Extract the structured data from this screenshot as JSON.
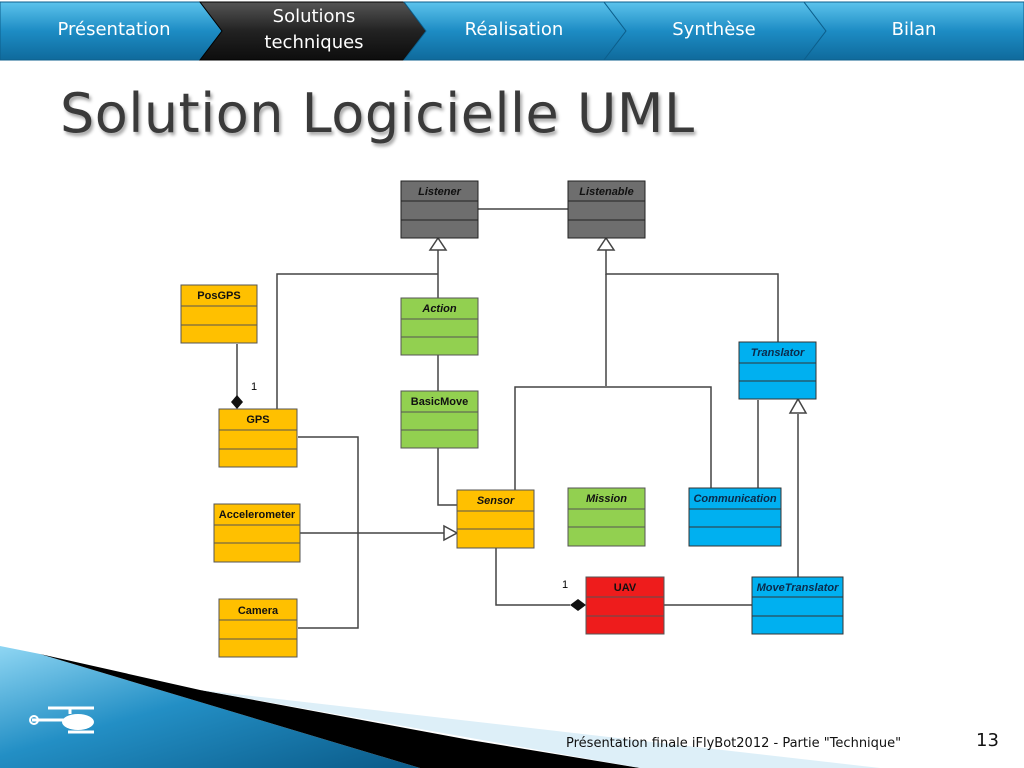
{
  "nav": {
    "tabs": [
      {
        "label": "Présentation",
        "active": false
      },
      {
        "label": "Solutions techniques",
        "active": true
      },
      {
        "label": "Réalisation",
        "active": false
      },
      {
        "label": "Synthèse",
        "active": false
      },
      {
        "label": "Bilan",
        "active": false
      }
    ]
  },
  "slide": {
    "title": "Solution Logicielle UML",
    "footer": "Présentation finale iFlyBot2012 - Partie \"Technique\"",
    "page_number": "13"
  },
  "colors": {
    "nav_tab": "#1f8fc6",
    "nav_active": "#1b1b1b",
    "interface_gray": "#6e6e6e",
    "class_yellow": "#ffc000",
    "class_green": "#92d050",
    "class_blue": "#00b0f0",
    "class_red": "#ee1c1c"
  },
  "diagram": {
    "classes": {
      "listener": {
        "name": "Listener",
        "italic": true
      },
      "listenable": {
        "name": "Listenable",
        "italic": true
      },
      "posgps": {
        "name": "PosGPS",
        "italic": false
      },
      "action": {
        "name": "Action",
        "italic": true
      },
      "translator": {
        "name": "Translator",
        "italic": true
      },
      "basicmove": {
        "name": "BasicMove",
        "italic": false
      },
      "gps": {
        "name": "GPS",
        "italic": false
      },
      "accelerometer": {
        "name": "Accelerometer",
        "italic": false
      },
      "sensor": {
        "name": "Sensor",
        "italic": true
      },
      "mission": {
        "name": "Mission",
        "italic": true
      },
      "communication": {
        "name": "Communication",
        "italic": true
      },
      "camera": {
        "name": "Camera",
        "italic": false
      },
      "uav": {
        "name": "UAV",
        "italic": false
      },
      "movetranslator": {
        "name": "MoveTranslator",
        "italic": true
      }
    },
    "multiplicity_gps": "1",
    "multiplicity_uav": "1"
  }
}
